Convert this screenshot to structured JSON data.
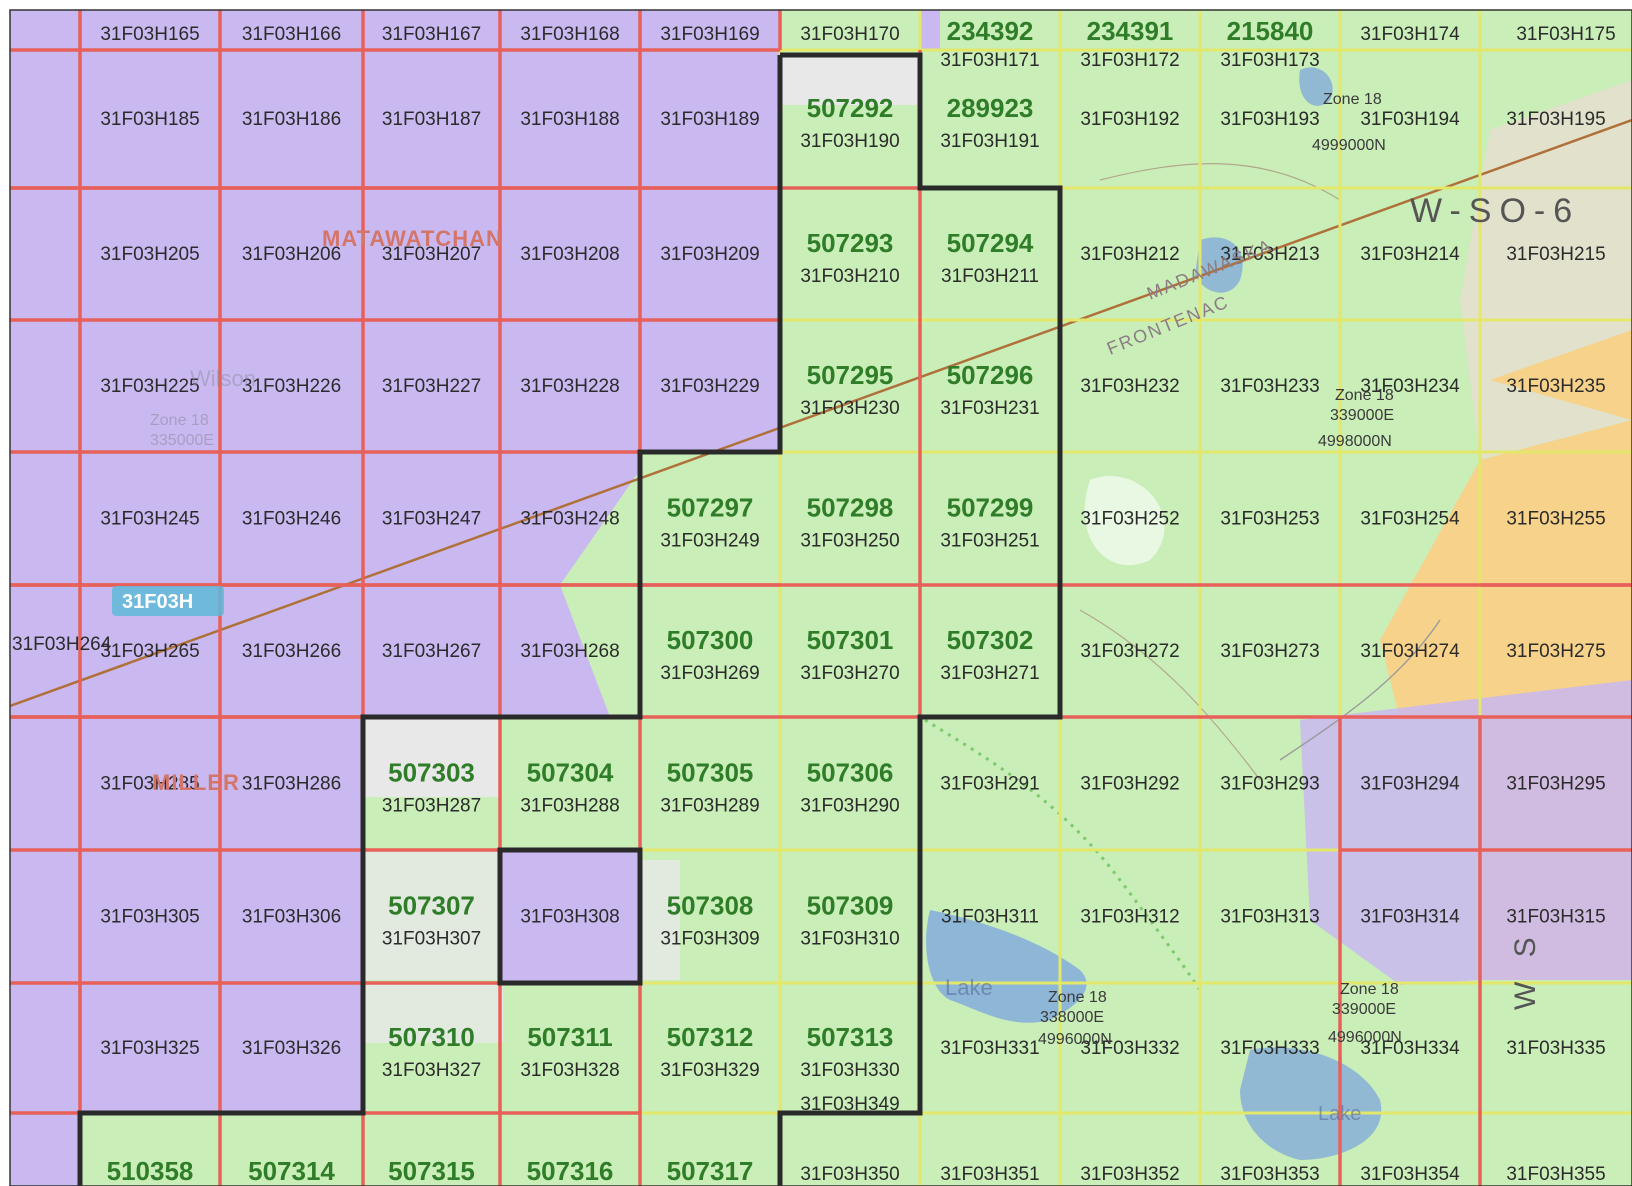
{
  "map": {
    "colors": {
      "purple": "#c9b9f0",
      "green": "#c9eeb8",
      "gray": "#e8e8e8",
      "orange": "#f7d28a",
      "red_grid": "#e8605a",
      "yellow_grid": "#e3e86a",
      "claim_border": "#2a2a2a",
      "claim_text": "#2f7d28",
      "place_text": "#d4756a",
      "cell_text": "#2b2b2b"
    },
    "row0": [
      "31F03H165",
      "31F03H166",
      "31F03H167",
      "31F03H168",
      "31F03H169",
      "31F03H170",
      "234392",
      "234391",
      "215840",
      "31F03H174",
      "31F03H175"
    ],
    "cells": [
      {
        "id": "31F03H185"
      },
      {
        "id": "31F03H186"
      },
      {
        "id": "31F03H187"
      },
      {
        "id": "31F03H188"
      },
      {
        "id": "31F03H189"
      },
      {
        "id": "31F03H190",
        "claim": "507292"
      },
      {
        "id": "31F03H191",
        "claim": "289923"
      },
      {
        "id": "31F03H192"
      },
      {
        "id": "31F03H193"
      },
      {
        "id": "31F03H194"
      },
      {
        "id": "31F03H195"
      },
      {
        "id": "31F03H205"
      },
      {
        "id": "31F03H206"
      },
      {
        "id": "31F03H207"
      },
      {
        "id": "31F03H208"
      },
      {
        "id": "31F03H209"
      },
      {
        "id": "31F03H210",
        "claim": "507293"
      },
      {
        "id": "31F03H211",
        "claim": "507294"
      },
      {
        "id": "31F03H212"
      },
      {
        "id": "31F03H213"
      },
      {
        "id": "31F03H214"
      },
      {
        "id": "31F03H215"
      },
      {
        "id": "31F03H225"
      },
      {
        "id": "31F03H226"
      },
      {
        "id": "31F03H227"
      },
      {
        "id": "31F03H228"
      },
      {
        "id": "31F03H229"
      },
      {
        "id": "31F03H230",
        "claim": "507295"
      },
      {
        "id": "31F03H231",
        "claim": "507296"
      },
      {
        "id": "31F03H232"
      },
      {
        "id": "31F03H233"
      },
      {
        "id": "31F03H234"
      },
      {
        "id": "31F03H235"
      },
      {
        "id": "31F03H245"
      },
      {
        "id": "31F03H246"
      },
      {
        "id": "31F03H247"
      },
      {
        "id": "31F03H248"
      },
      {
        "id": "31F03H249",
        "claim": "507297"
      },
      {
        "id": "31F03H250",
        "claim": "507298"
      },
      {
        "id": "31F03H251",
        "claim": "507299"
      },
      {
        "id": "31F03H252"
      },
      {
        "id": "31F03H253"
      },
      {
        "id": "31F03H254"
      },
      {
        "id": "31F03H255"
      },
      {
        "id": "31F03H265"
      },
      {
        "id": "31F03H266"
      },
      {
        "id": "31F03H267"
      },
      {
        "id": "31F03H268"
      },
      {
        "id": "31F03H269",
        "claim": "507300"
      },
      {
        "id": "31F03H270",
        "claim": "507301"
      },
      {
        "id": "31F03H271",
        "claim": "507302"
      },
      {
        "id": "31F03H272"
      },
      {
        "id": "31F03H273"
      },
      {
        "id": "31F03H274"
      },
      {
        "id": "31F03H275"
      },
      {
        "id": "31F03H285"
      },
      {
        "id": "31F03H286"
      },
      {
        "id": "31F03H287",
        "claim": "507303"
      },
      {
        "id": "31F03H288",
        "claim": "507304"
      },
      {
        "id": "31F03H289",
        "claim": "507305"
      },
      {
        "id": "31F03H290",
        "claim": "507306"
      },
      {
        "id": "31F03H291"
      },
      {
        "id": "31F03H292"
      },
      {
        "id": "31F03H293"
      },
      {
        "id": "31F03H294"
      },
      {
        "id": "31F03H295"
      },
      {
        "id": "31F03H305"
      },
      {
        "id": "31F03H306"
      },
      {
        "id": "31F03H307",
        "claim": "507307"
      },
      {
        "id": "31F03H308"
      },
      {
        "id": "31F03H309",
        "claim": "507308"
      },
      {
        "id": "31F03H310",
        "claim": "507309"
      },
      {
        "id": "31F03H311"
      },
      {
        "id": "31F03H312"
      },
      {
        "id": "31F03H313"
      },
      {
        "id": "31F03H314"
      },
      {
        "id": "31F03H315"
      },
      {
        "id": "31F03H325"
      },
      {
        "id": "31F03H326"
      },
      {
        "id": "31F03H327",
        "claim": "507310"
      },
      {
        "id": "31F03H328",
        "claim": "507311"
      },
      {
        "id": "31F03H329",
        "claim": "507312"
      },
      {
        "id": "31F03H330",
        "claim": "507313"
      },
      {
        "id": "31F03H331"
      },
      {
        "id": "31F03H332"
      },
      {
        "id": "31F03H333"
      },
      {
        "id": "31F03H334"
      },
      {
        "id": "31F03H335"
      }
    ],
    "row9": [
      "510358",
      "507314",
      "507315",
      "507316",
      "507317",
      "31F03H350",
      "31F03H351",
      "31F03H352",
      "31F03H353",
      "31F03H354",
      "31F03H355"
    ],
    "extra": {
      "h264": "31F03H264",
      "h349": "31F03H349",
      "h171": "31F03H171",
      "h172": "31F03H172",
      "h173": "31F03H173"
    },
    "labels": {
      "matawatchan": "MATAWATCHAN",
      "miller": "MILLER",
      "wilson": "Wilson",
      "twp": "31F03H",
      "road1": "MADAWASKA",
      "road2": "FRONTENAC",
      "corner_letters": "W-SO-6",
      "side_letters": "W S",
      "lake1": "Lake",
      "lake2": "Lake",
      "zone": "Zone 18",
      "zone_e1": "339000E",
      "zone_n1": "4998000N",
      "zone_e2": "338000E",
      "zone_n2": "4996000N",
      "zone_e3": "339000E",
      "zone_n3": "4996000N",
      "zone_n4": "4999000N",
      "zone_e4": "335000E"
    }
  }
}
